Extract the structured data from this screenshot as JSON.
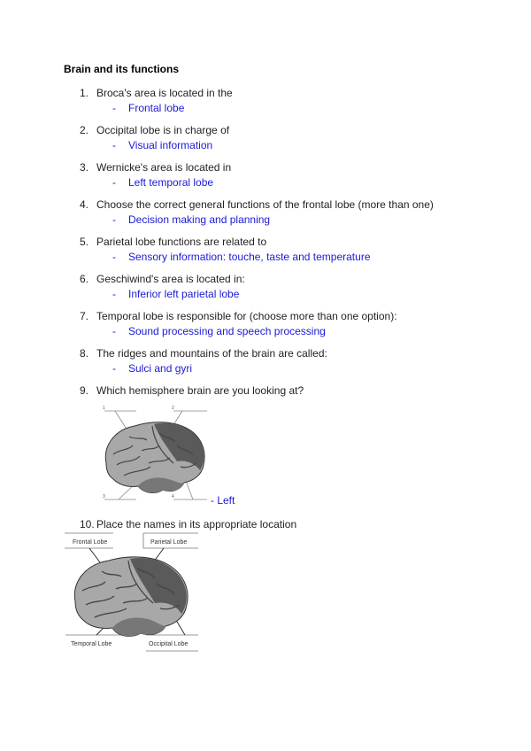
{
  "title": "Brain and its functions",
  "questions": [
    {
      "num": "1.",
      "text": "Broca's area is located in the",
      "answer": "Frontal lobe"
    },
    {
      "num": "2.",
      "text": "Occipital lobe is in charge of",
      "answer": "Visual information"
    },
    {
      "num": "3.",
      "text": "Wernicke's area is located in",
      "answer": "Left temporal lobe"
    },
    {
      "num": "4.",
      "text": "Choose the correct general functions of the frontal lobe (more than one)",
      "answer": "Decision making and planning"
    },
    {
      "num": "5.",
      "text": "Parietal lobe functions are related to",
      "answer": "Sensory information: touche, taste and temperature"
    },
    {
      "num": "6.",
      "text": "Geschiwind's area is located in:",
      "answer": "Inferior left parietal lobe"
    },
    {
      "num": "7.",
      "text": "Temporal lobe is responsible for (choose more than one option):",
      "answer": "Sound processing and speech processing"
    },
    {
      "num": "8.",
      "text": "The ridges and mountains of the brain are called:",
      "answer": "Sulci and gyri"
    },
    {
      "num": "9.",
      "text": "Which hemisphere brain are you looking at?",
      "answer": "- Left"
    },
    {
      "num": "10.",
      "text": "Place the names in its appropriate location"
    }
  ],
  "dash": "-",
  "figure1": {
    "label_marks": [
      "1",
      "2",
      "3",
      "4"
    ]
  },
  "figure2": {
    "labels": {
      "frontal": "Frontal Lobe",
      "parietal": "Parietal Lobe",
      "temporal": "Temporal Lobe",
      "occipital": "Occipital Lobe"
    }
  },
  "colors": {
    "answer": "#1a1ad6",
    "brain_light": "#9a9a9a",
    "brain_dark": "#555555"
  }
}
